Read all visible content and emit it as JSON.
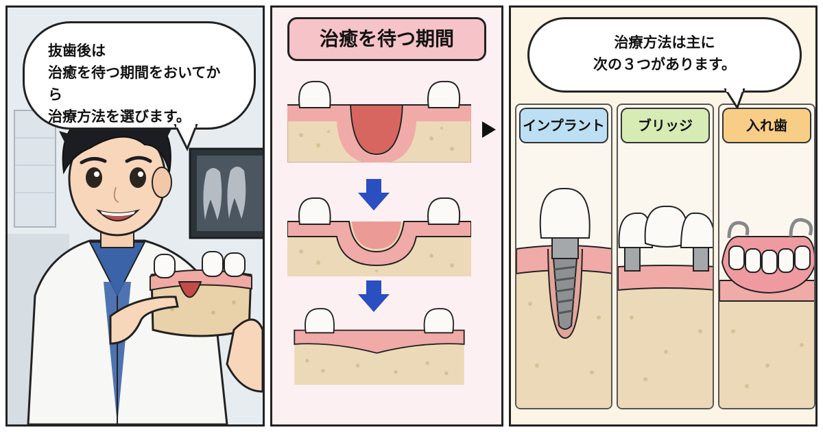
{
  "panel1": {
    "speech": [
      "抜歯後は",
      "治癒を待つ期間をおいてから",
      "治療方法を選びます。"
    ]
  },
  "panel2": {
    "title": "治癒を待つ期間"
  },
  "panel3": {
    "speech": [
      "治療方法は主に",
      "次の３つがあります。"
    ],
    "options": [
      {
        "label": "インプラント",
        "color": "#bcdff3"
      },
      {
        "label": "ブリッジ",
        "color": "#d7ebb5"
      },
      {
        "label": "入れ歯",
        "color": "#f8cd85"
      }
    ]
  },
  "colors": {
    "gum": "#f0aaa8",
    "gum_socket": "#d76660",
    "bone": "#ecd9b8",
    "tooth": "#fbfaf6",
    "arrow": "#2a4fc0",
    "metal": "#a5a8ab"
  }
}
